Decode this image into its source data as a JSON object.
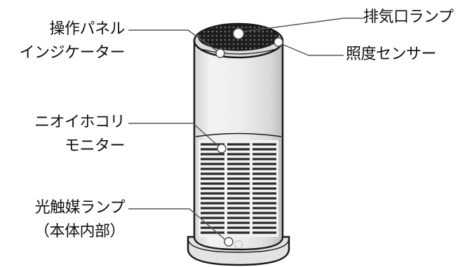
{
  "labels": {
    "exhaust_lamp": "排気口ランプ",
    "illuminance_sensor": "照度センサー",
    "control_panel_indicator_line1": "操作パネル",
    "control_panel_indicator_line2": "インジケーター",
    "odor_dust_monitor_line1": "ニオイホコリ",
    "odor_dust_monitor_line2": "モニター",
    "photocatalyst_lamp_line1": "光触媒ランプ",
    "photocatalyst_lamp_line2": "（本体内部）"
  },
  "colors": {
    "outline": "#1a1a1a",
    "body": "#ededed",
    "shadow": "#c9c9c9",
    "grille": "#2a2a2a",
    "leader_line": "#555555"
  }
}
